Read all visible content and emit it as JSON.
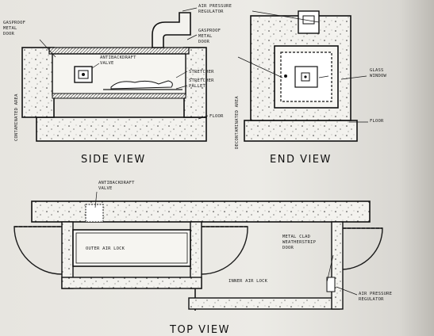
{
  "views": {
    "side": "SIDE VIEW",
    "end": "END VIEW",
    "top": "TOP VIEW"
  },
  "labels": {
    "side_gasproof_metal_door": [
      "GASPROOF",
      "METAL",
      "DOOR"
    ],
    "side_air_pressure_regulator": [
      "AIR PRESSURE",
      "REGULATOR"
    ],
    "side_gasproof_metal_door_right": [
      "GASPROOF",
      "METAL",
      "DOOR"
    ],
    "side_antibackdraft_valve": [
      "ANTIBACKDRAFT",
      "VALVE"
    ],
    "side_stretcher": "STRETCHER",
    "side_stretcher_pallet": [
      "STRETCHER",
      "PALLET"
    ],
    "side_floor": "FLOOR",
    "side_contaminated_area": "CONTAMINATED AREA",
    "end_decontaminated_area": "DECONTAMINATED AREA",
    "end_glass_window": [
      "GLASS",
      "WINDOW"
    ],
    "end_floor": "FLOOR",
    "top_antibackdraft_valve": [
      "ANTIBACKDRAFT",
      "VALVE"
    ],
    "top_outer_air_lock": "OUTER AIR LOCK",
    "top_inner_air_lock": "INNER AIR LOCK",
    "top_metal_clad_door": [
      "METAL CLAD",
      "WEATHERSTRIP",
      "DOOR"
    ],
    "top_air_pressure_regulator": [
      "AIR PRESSURE",
      "REGULATOR"
    ]
  }
}
